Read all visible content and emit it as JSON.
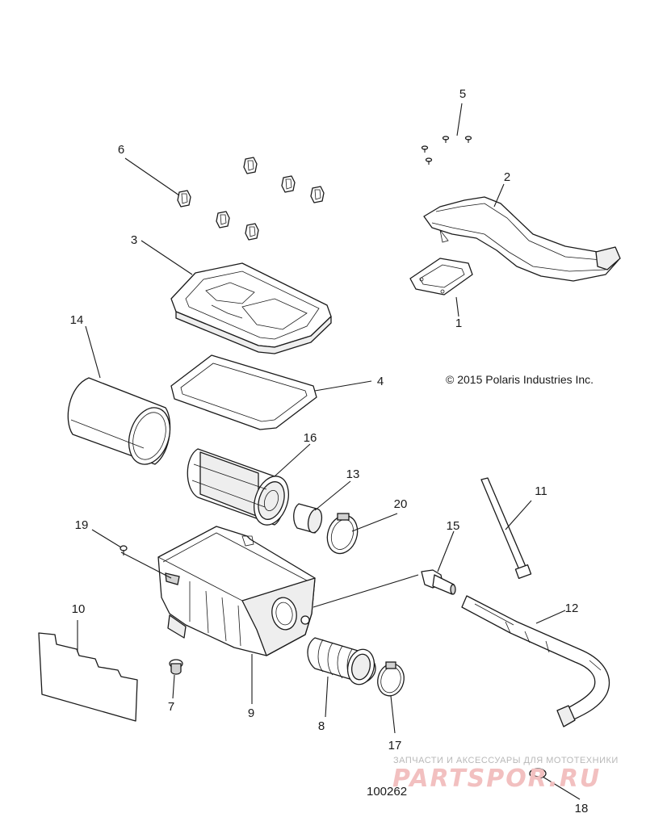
{
  "copyright": "© 2015 Polaris Industries Inc.",
  "diagram_number": "100262",
  "watermark": {
    "tagline": "ЗАПЧАСТИ И АКСЕССУАРЫ ДЛЯ МОТОТЕХНИКИ",
    "brand": "PARTSPOR.RU"
  },
  "callouts": [
    "1",
    "2",
    "3",
    "4",
    "5",
    "6",
    "7",
    "8",
    "9",
    "10",
    "11",
    "12",
    "13",
    "14",
    "15",
    "16",
    "17",
    "18",
    "19",
    "20"
  ],
  "colors": {
    "line": "#1a1a1a",
    "watermark_brand": "#f2c0c0",
    "watermark_tagline": "#b8b8b8",
    "background": "#ffffff"
  }
}
